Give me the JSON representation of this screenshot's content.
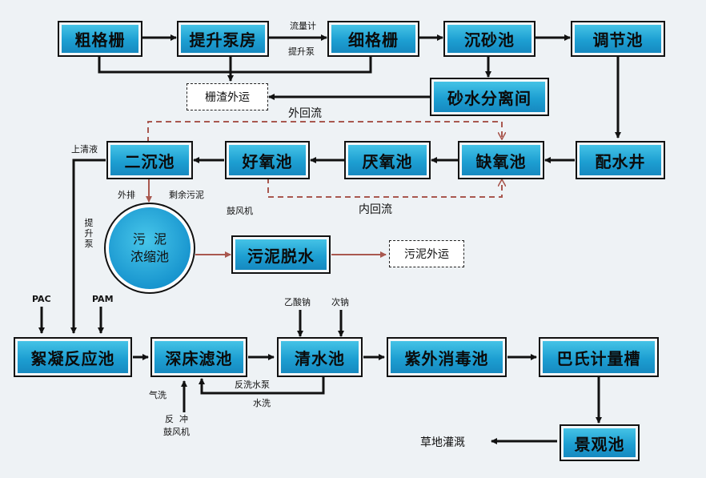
{
  "units": {
    "coarse_screen": "粗格栅",
    "lift_pump": "提升泵房",
    "fine_screen": "细格栅",
    "grit_chamber": "沉砂池",
    "equalization_tank": "调节池",
    "sand_water_separation": "砂水分离间",
    "distribution_well": "配水井",
    "anoxic_tank": "缺氧池",
    "anaerobic_tank": "厌氧池",
    "aerobic_tank": "好氧池",
    "secondary_clarifier": "二沉池",
    "sludge_thickener": "污  泥\n浓缩池",
    "sludge_dewatering": "污泥脱水",
    "flocculation_tank": "絮凝反应池",
    "deep_bed_filter": "深床滤池",
    "clear_water_tank": "清水池",
    "uv_disinfection": "紫外消毒池",
    "parshall_flume": "巴氏计量槽",
    "landscape_pond": "景观池"
  },
  "outputs": {
    "screenings_haul": "栅渣外运",
    "sludge_haul": "污泥外运",
    "lawn_irrigation": "草地灌溉"
  },
  "labels": {
    "flow_meter": "流量计",
    "lift_pump_label": "提升泵",
    "external_return": "外回流",
    "internal_return": "内回流",
    "supernatant": "上清液",
    "discharge": "外排",
    "excess_sludge": "剩余污泥",
    "blower": "鼓风机",
    "lift_pump_vertical": "提升泵",
    "pac": "PAC",
    "pam": "PAM",
    "sodium_acetate": "乙酸钠",
    "sodium_hypochlorite": "次钠",
    "air_wash": "气洗",
    "backwash_pump": "反洗水泵",
    "water_wash": "水洗",
    "backwash_blower": "反  冲\n鼓风机"
  },
  "colors": {
    "box_fill": "#1d9fd2",
    "line": "#111111",
    "sludge_line": "#a9584f"
  }
}
